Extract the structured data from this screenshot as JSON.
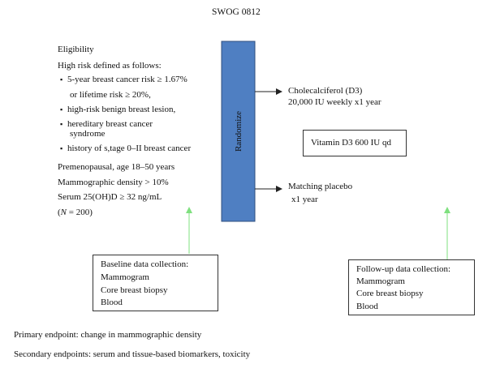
{
  "trial_name": "SWOG 0812",
  "randomize_label": "Randomize",
  "eligibility": {
    "title": "Eligibility",
    "high_risk_intro": "High risk defined as follows:",
    "risk_line_1": "5-year breast cancer risk ≥ 1.67%",
    "risk_line_2": "or lifetime risk ≥  20%,",
    "risk_line_3": "high-risk benign breast lesion,",
    "risk_line_4a": "hereditary breast cancer",
    "risk_line_4b": "syndrome",
    "risk_line_5": "history of s,tage 0–II breast cancer",
    "premenopausal": "Premenopausal, age 18–50 years",
    "density": "Mammographic density > 10%",
    "serum": "Serum 25(OH)D ≥ 32 ng/mL",
    "n_open": "(",
    "n_var": "N",
    "n_close": " = 200)"
  },
  "arms": {
    "treatment_line_1": "Cholecalciferol (D3)",
    "treatment_line_2": "20,000 IU weekly x1 year",
    "vitamin_box": "Vitamin D3 600 IU qd",
    "placebo_line_1": "Matching placebo",
    "placebo_line_2": "x1 year"
  },
  "baseline": {
    "title": "Baseline data collection:",
    "item_1": "Mammogram",
    "item_2": "Core breast biopsy",
    "item_3": "Blood"
  },
  "followup": {
    "title": "Follow-up data collection:",
    "item_1": "Mammogram",
    "item_2": "Core breast biopsy",
    "item_3": "Blood"
  },
  "endpoints": {
    "primary": "Primary endpoint:  change in mammographic density",
    "secondary": "Secondary endpoints:  serum and tissue-based biomarkers, toxicity"
  },
  "colors": {
    "randomize_fill": "#4f7fc2",
    "randomize_stroke": "#2f4f7f",
    "connector_arrow": "#222222",
    "timeline_arrow": "#7fe07f"
  }
}
